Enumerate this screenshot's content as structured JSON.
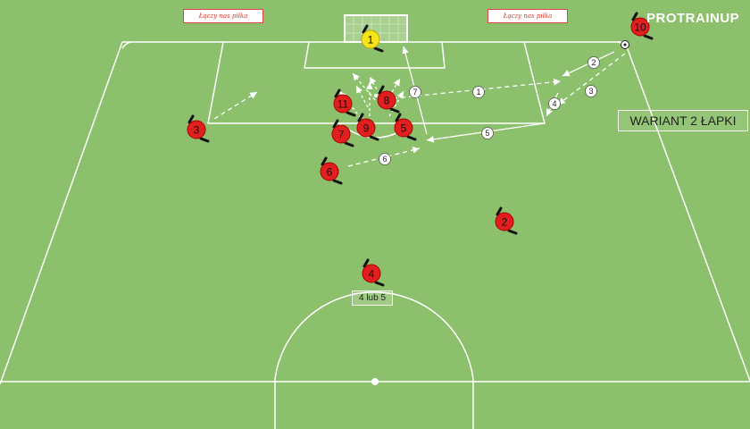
{
  "ad_boards": [
    "Łączy nas piłka",
    "Łączy nas piłka"
  ],
  "brand": "PROTRAINUP",
  "variant_title": "WARIANT 2 ŁAPKI",
  "note": "4 lub 5",
  "colors": {
    "pitch": "#8cc06c",
    "lines": "#ffffff",
    "team": "#e21f1f",
    "goalkeeper": "#f6e41c",
    "ink": "#111111"
  },
  "players": [
    {
      "label": "1",
      "role": "goalkeeper"
    },
    {
      "label": "10",
      "role": "outfield"
    },
    {
      "label": "11",
      "role": "outfield"
    },
    {
      "label": "8",
      "role": "outfield"
    },
    {
      "label": "3",
      "role": "outfield"
    },
    {
      "label": "7",
      "role": "outfield"
    },
    {
      "label": "9",
      "role": "outfield"
    },
    {
      "label": "5",
      "role": "outfield"
    },
    {
      "label": "6",
      "role": "outfield"
    },
    {
      "label": "2",
      "role": "outfield"
    },
    {
      "label": "4",
      "role": "outfield"
    }
  ],
  "movement_steps": [
    "1",
    "2",
    "3",
    "4",
    "5",
    "6",
    "7"
  ]
}
